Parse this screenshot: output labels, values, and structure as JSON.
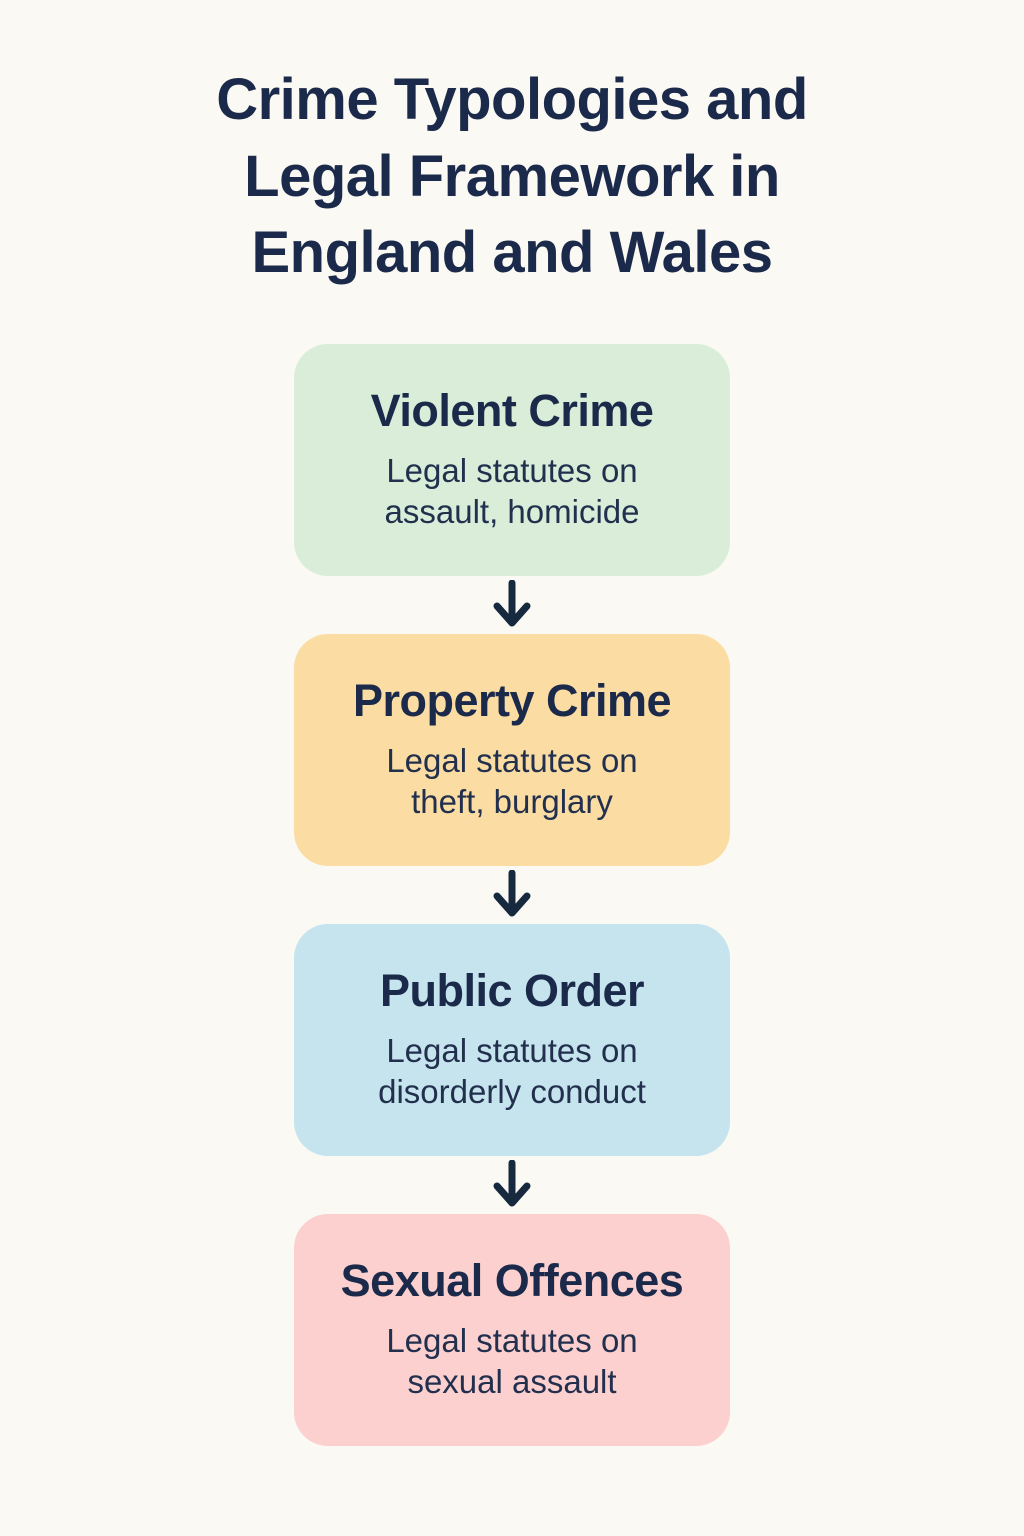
{
  "page": {
    "title": "Crime Typologies and Legal Framework in England and Wales",
    "background_color": "#FBF9F3",
    "title_color": "#1B2A4A",
    "arrow_color": "#16293F"
  },
  "flow": {
    "boxes": [
      {
        "heading": "Violent Crime",
        "subtitle": "Legal statutes on assault, homicide",
        "color": "#D9EDD8"
      },
      {
        "heading": "Property Crime",
        "subtitle": "Legal statutes on theft, burglary",
        "color": "#FBDCA3"
      },
      {
        "heading": "Public Order",
        "subtitle": "Legal statutes on disorderly conduct",
        "color": "#C6E4EE"
      },
      {
        "heading": "Sexual Offences",
        "subtitle": "Legal statutes on sexual assault",
        "color": "#FBD0CE"
      }
    ]
  }
}
